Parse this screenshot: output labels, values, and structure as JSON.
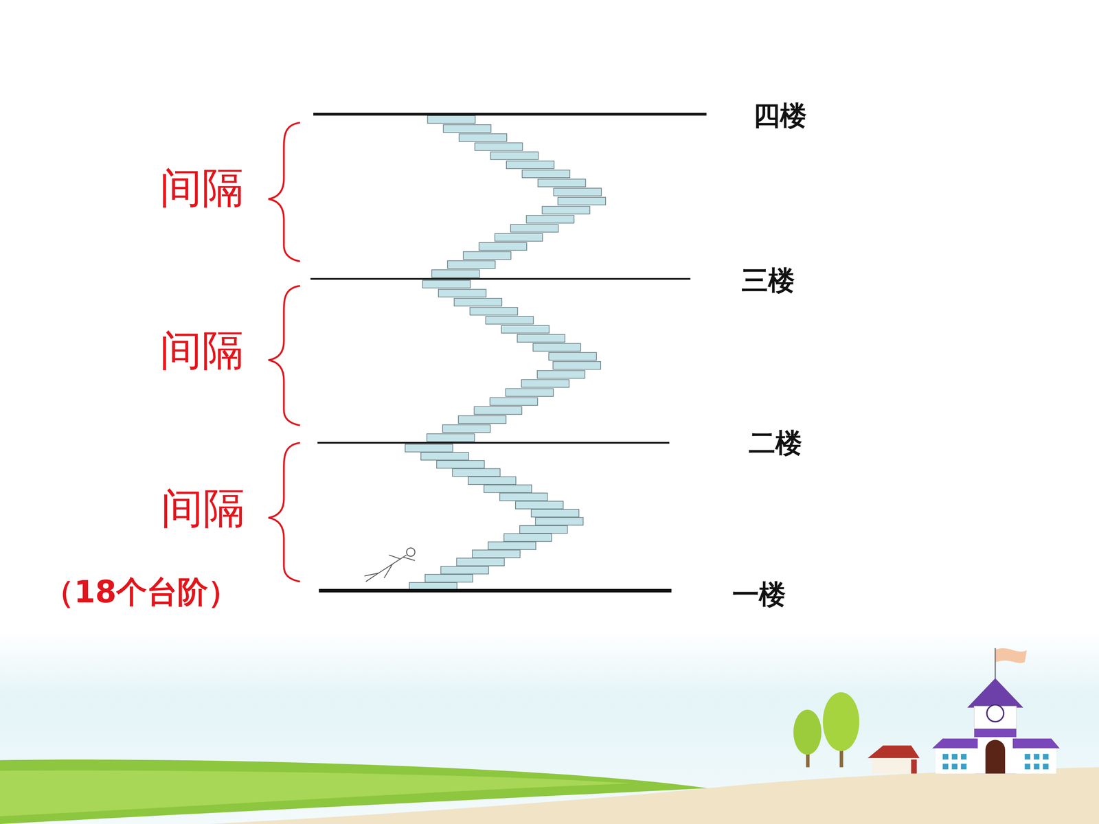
{
  "diagram": {
    "labels": [
      "四楼",
      "三楼",
      "二楼",
      "一楼",
      "间隔",
      "间隔",
      "间隔",
      "（18个台阶）"
    ]
  }
}
